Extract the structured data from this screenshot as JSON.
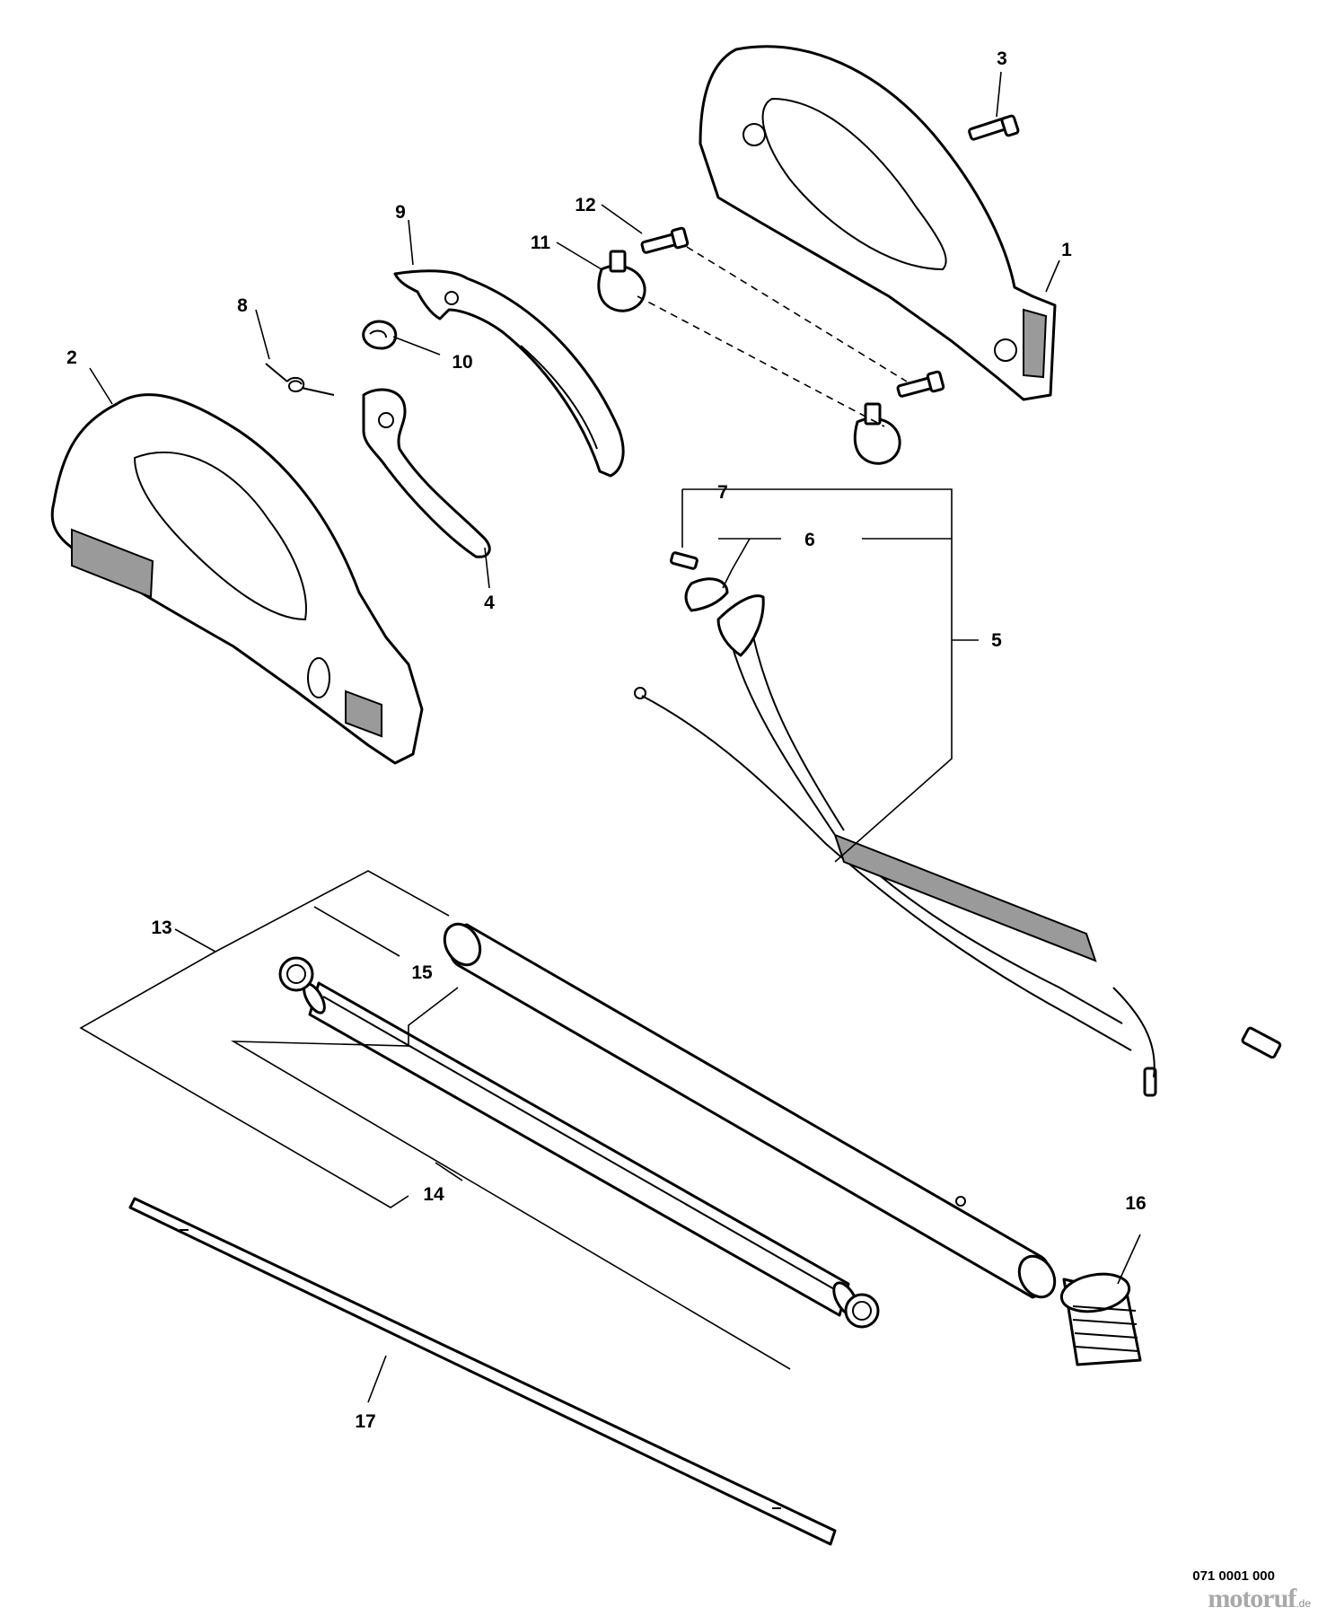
{
  "diagram": {
    "code": "071 0001 000",
    "watermark": {
      "brand": "motoruf",
      "tld": ".de"
    },
    "callouts": {
      "p1": "1",
      "p2": "2",
      "p3": "3",
      "p4": "4",
      "p5": "5",
      "p6": "6",
      "p7": "7",
      "p8": "8",
      "p9": "9",
      "p10": "10",
      "p11": "11",
      "p12": "12",
      "p13": "13",
      "p14": "14",
      "p15": "15",
      "p16": "16",
      "p17": "17"
    }
  }
}
